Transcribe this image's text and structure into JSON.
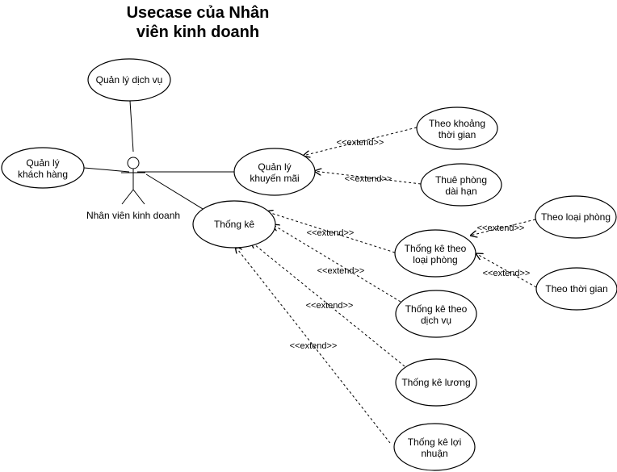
{
  "title": [
    "Usecase của Nhân",
    "viên kinh doanh"
  ],
  "actor": {
    "label": "Nhân viên kinh doanh"
  },
  "extend_label": "<<extend>>",
  "usecases": {
    "quan_ly_dich_vu": [
      "Quản lý dịch vụ"
    ],
    "quan_ly_khach_hang": [
      "Quản lý",
      "khách hàng"
    ],
    "quan_ly_khuyen_mai": [
      "Quản lý",
      "khuyến mãi"
    ],
    "thong_ke": [
      "Thống kê"
    ],
    "theo_khoang_thoi_gian": [
      "Theo khoảng",
      "thời gian"
    ],
    "thue_phong_dai_han": [
      "Thuê phòng",
      "dài hạn"
    ],
    "thong_ke_theo_loai_phong": [
      "Thống kê theo",
      "loại phòng"
    ],
    "theo_loai_phong": [
      "Theo loại phòng"
    ],
    "theo_thoi_gian": [
      "Theo thời gian"
    ],
    "thong_ke_theo_dich_vu": [
      "Thống kê theo",
      "dịch vụ"
    ],
    "thong_ke_luong": [
      "Thống kê lương"
    ],
    "thong_ke_loi_nhuan": [
      "Thống kê lợi",
      "nhuận"
    ]
  }
}
